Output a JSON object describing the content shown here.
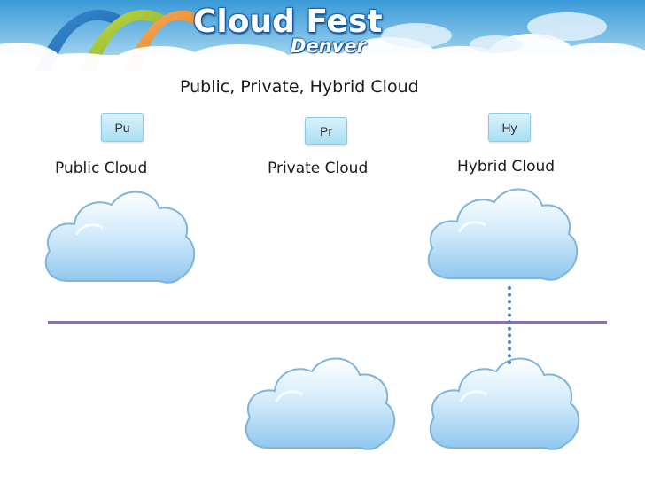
{
  "header": {
    "logo_title": "Cloud Fest",
    "logo_subtitle": "Denver"
  },
  "slide": {
    "title": "Public, Private, Hybrid Cloud"
  },
  "columns": [
    {
      "badge": "Pu",
      "label": "Public Cloud"
    },
    {
      "badge": "Pr",
      "label": "Private Cloud"
    },
    {
      "badge": "Hy",
      "label": "Hybrid Cloud"
    }
  ],
  "colors": {
    "divider": "#8a72a6",
    "connector": "#4a7ec0",
    "badge_fill": "#bfe8f6"
  }
}
